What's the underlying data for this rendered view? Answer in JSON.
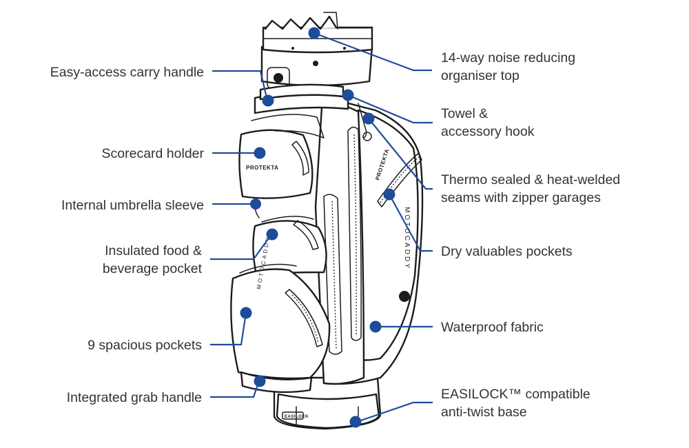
{
  "brand": {
    "panel_label": "PROTEKTA",
    "logo_text": "MOTOCADDY",
    "base_badge": "EASILOCK"
  },
  "colors": {
    "callout": "#1e4c9a",
    "text": "#333333",
    "outline": "#1c1c1c"
  },
  "callouts": {
    "left": [
      {
        "lines": [
          "Easy-access carry handle"
        ]
      },
      {
        "lines": [
          "Scorecard holder"
        ]
      },
      {
        "lines": [
          "Internal umbrella sleeve"
        ]
      },
      {
        "lines": [
          "Insulated food &",
          "beverage pocket"
        ]
      },
      {
        "lines": [
          "9 spacious pockets"
        ]
      },
      {
        "lines": [
          "Integrated grab handle"
        ]
      }
    ],
    "right": [
      {
        "lines": [
          "14-way noise reducing",
          "organiser top"
        ]
      },
      {
        "lines": [
          "Towel &",
          "accessory hook"
        ]
      },
      {
        "lines": [
          "Thermo sealed & heat-welded",
          "seams with zipper garages"
        ]
      },
      {
        "lines": [
          "Dry valuables pockets"
        ]
      },
      {
        "lines": [
          "Waterproof fabric"
        ]
      },
      {
        "lines": [
          "EASILOCK™ compatible",
          "anti-twist base"
        ]
      }
    ]
  }
}
